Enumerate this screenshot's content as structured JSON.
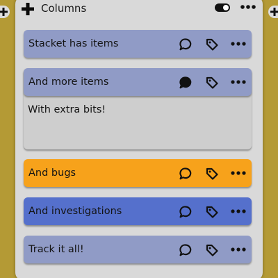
{
  "column": {
    "title": "Columns",
    "toggle_on": true
  },
  "cards": [
    {
      "title": "Stacket has items",
      "color": "#909bc6",
      "comment_filled": false
    },
    {
      "title": "And more items",
      "color": "#909bc6",
      "comment_filled": true,
      "detail": "With extra bits!"
    },
    {
      "title": "And bugs",
      "color": "#f7a21b",
      "comment_filled": false
    },
    {
      "title": "And investigations",
      "color": "#5570cc",
      "comment_filled": false
    },
    {
      "title": "Track it all!",
      "color": "#909bc6",
      "comment_filled": false
    }
  ],
  "icons": {
    "add": "plus-icon",
    "toggle": "toggle-icon",
    "more": "more-dots-icon",
    "comment": "comment-icon",
    "tag": "tag-icon"
  },
  "colors": {
    "background": "#b49a35",
    "panel": "#d9d9d9",
    "card_default": "#909bc6",
    "card_bug": "#f7a21b",
    "card_investigation": "#5570cc"
  }
}
